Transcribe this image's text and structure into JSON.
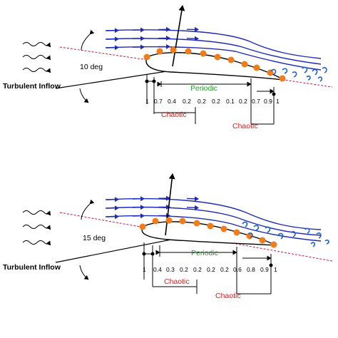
{
  "panels": [
    {
      "angle_label": "10 deg",
      "inflow_label": "Turbulent Inflow",
      "periodic_label": "Periodic",
      "chaotic_labels": [
        "Chaotic",
        "Chaotic"
      ],
      "ticks": [
        "1",
        "0.7",
        "0.4",
        "0.2",
        "0.2",
        "0.2",
        "0.1",
        "0.2",
        "0.7",
        "0.9",
        "1"
      ]
    },
    {
      "angle_label": "15 deg",
      "inflow_label": "Turbulent Inflow",
      "periodic_label": "Periodic",
      "chaotic_labels": [
        "Chaotic",
        "Chaotic"
      ],
      "ticks": [
        "1",
        "0.4",
        "0.3",
        "0.2",
        "0.2",
        "0.2",
        "0.2",
        "0.6",
        "0.8",
        "0.9",
        "1"
      ]
    }
  ],
  "colors": {
    "streamline": "#1f2bb8",
    "markers": "#f07d1a",
    "dashed_line": "#c81a4a",
    "periodic": "#2e9a2e",
    "chaotic": "#d62020",
    "vortex": "#1e63c8"
  }
}
